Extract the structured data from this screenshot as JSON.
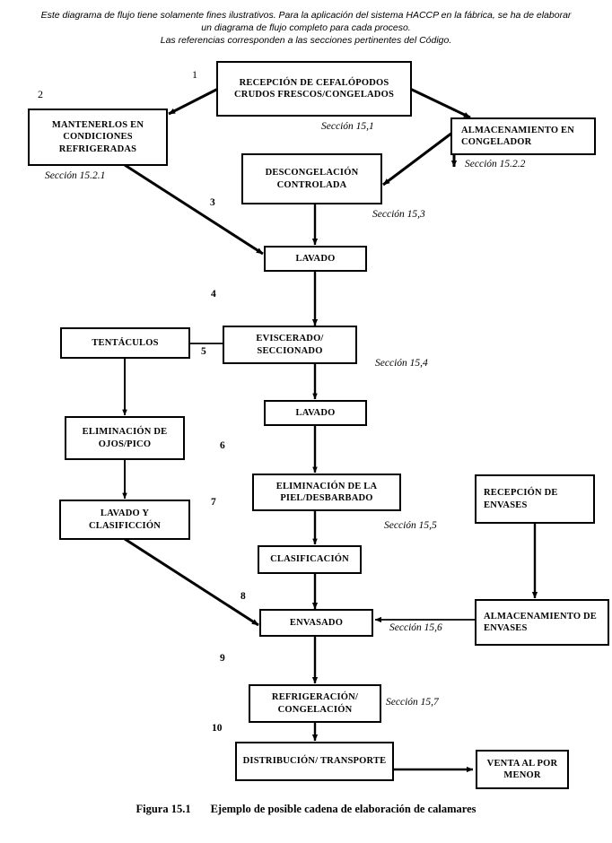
{
  "intro": {
    "line1": "Este diagrama de flujo tiene solamente fines ilustrativos. Para la aplicación del sistema HACCP en la fábrica, se ha de elaborar",
    "line2": "un diagrama de flujo completo para cada proceso.",
    "line3": "Las referencias corresponden a las secciones pertinentes del Código."
  },
  "caption": {
    "figure": "Figura 15.1",
    "text": "Ejemplo de posible cadena de elaboración de calamares"
  },
  "boxes": {
    "recepcion_cefalopodos": "RECEPCIÓN DE CEFALÓPODOS CRUDOS FRESCOS/CONGELADOS",
    "mantenerlos": "MANTENERLOS EN CONDICIONES REFRIGERADAS",
    "almacenamiento_congelador": "ALMACENAMIENTO EN CONGELADOR",
    "descongelacion": "DESCONGELACIÓN CONTROLADA",
    "lavado_1": "LAVADO",
    "tentaculos": "TENTÁCULOS",
    "eviscerado": "EVISCERADO/ SECCIONADO",
    "eliminacion_ojos": "ELIMINACIÓN DE OJOS/PICO",
    "lavado_2": "LAVADO",
    "lavado_clasificcion": "LAVADO Y CLASIFICCIÓN",
    "eliminacion_piel": "ELIMINACIÓN DE LA PIEL/DESBARBADO",
    "recepcion_envases": "RECEPCIÓN DE ENVASES",
    "clasificacion": "CLASIFICACIÓN",
    "almacenamiento_envases": "ALMACENAMIENTO DE ENVASES",
    "envasado": "ENVASADO",
    "refrigeracion": "REFRIGERACIÓN/ CONGELACIÓN",
    "distribucion": "DISTRIBUCIÓN/ TRANSPORTE",
    "venta": "VENTA AL POR MENOR"
  },
  "sections": {
    "s15_1": "Sección 15,1",
    "s15_2_1": "Sección 15.2.1",
    "s15_2_2": "Sección 15.2.2",
    "s15_3": "Sección 15,3",
    "s15_4": "Sección 15,4",
    "s15_5": "Sección 15,5",
    "s15_6": "Sección 15,6",
    "s15_7": "Sección 15,7"
  },
  "step_numbers": {
    "n1": "1",
    "n2": "2",
    "n3": "3",
    "n4": "4",
    "n5": "5",
    "n6": "6",
    "n7": "7",
    "n8": "8",
    "n9": "9",
    "n10": "10"
  },
  "colors": {
    "stroke": "#000000",
    "background": "#ffffff"
  },
  "chart_data": {
    "type": "diagram",
    "title": "Ejemplo de posible cadena de elaboración de calamares",
    "nodes": [
      {
        "id": "recepcion_cefalopodos",
        "label": "RECEPCIÓN DE CEFALÓPODOS CRUDOS FRESCOS/CONGELADOS",
        "step": "1",
        "section": "Sección 15,1"
      },
      {
        "id": "mantenerlos",
        "label": "MANTENERLOS EN CONDICIONES REFRIGERADAS",
        "step": "2",
        "section": "Sección 15.2.1"
      },
      {
        "id": "almacenamiento_congelador",
        "label": "ALMACENAMIENTO EN CONGELADOR",
        "section": "Sección 15.2.2"
      },
      {
        "id": "descongelacion",
        "label": "DESCONGELACIÓN CONTROLADA",
        "step": "3",
        "section": "Sección 15,3"
      },
      {
        "id": "lavado_1",
        "label": "LAVADO",
        "step": "4"
      },
      {
        "id": "tentaculos",
        "label": "TENTÁCULOS"
      },
      {
        "id": "eviscerado",
        "label": "EVISCERADO/ SECCIONADO",
        "step": "5",
        "section": "Sección 15,4"
      },
      {
        "id": "eliminacion_ojos",
        "label": "ELIMINACIÓN DE OJOS/PICO"
      },
      {
        "id": "lavado_2",
        "label": "LAVADO",
        "step": "6"
      },
      {
        "id": "lavado_clasificcion",
        "label": "LAVADO Y CLASIFICCIÓN"
      },
      {
        "id": "eliminacion_piel",
        "label": "ELIMINACIÓN DE LA PIEL/DESBARBADO",
        "step": "7",
        "section": "Sección 15,5"
      },
      {
        "id": "recepcion_envases",
        "label": "RECEPCIÓN DE ENVASES"
      },
      {
        "id": "clasificacion",
        "label": "CLASIFICACIÓN",
        "step": "8"
      },
      {
        "id": "almacenamiento_envases",
        "label": "ALMACENAMIENTO DE ENVASES"
      },
      {
        "id": "envasado",
        "label": "ENVASADO",
        "step": "9",
        "section": "Sección 15,6"
      },
      {
        "id": "refrigeracion",
        "label": "REFRIGERACIÓN/ CONGELACIÓN",
        "step": "10",
        "section": "Sección 15,7"
      },
      {
        "id": "distribucion",
        "label": "DISTRIBUCIÓN/ TRANSPORTE"
      },
      {
        "id": "venta",
        "label": "VENTA AL POR MENOR"
      }
    ],
    "edges": [
      {
        "from": "recepcion_cefalopodos",
        "to": "mantenerlos"
      },
      {
        "from": "recepcion_cefalopodos",
        "to": "almacenamiento_congelador"
      },
      {
        "from": "almacenamiento_congelador",
        "to": "descongelacion"
      },
      {
        "from": "descongelacion",
        "to": "lavado_1"
      },
      {
        "from": "mantenerlos",
        "to": "lavado_1"
      },
      {
        "from": "lavado_1",
        "to": "eviscerado"
      },
      {
        "from": "eviscerado",
        "to": "tentaculos"
      },
      {
        "from": "tentaculos",
        "to": "eliminacion_ojos"
      },
      {
        "from": "eliminacion_ojos",
        "to": "lavado_clasificcion"
      },
      {
        "from": "eviscerado",
        "to": "lavado_2"
      },
      {
        "from": "lavado_2",
        "to": "eliminacion_piel"
      },
      {
        "from": "eliminacion_piel",
        "to": "clasificacion"
      },
      {
        "from": "clasificacion",
        "to": "envasado"
      },
      {
        "from": "lavado_clasificcion",
        "to": "envasado"
      },
      {
        "from": "recepcion_envases",
        "to": "almacenamiento_envases"
      },
      {
        "from": "almacenamiento_envases",
        "to": "envasado"
      },
      {
        "from": "envasado",
        "to": "refrigeracion"
      },
      {
        "from": "refrigeracion",
        "to": "distribucion"
      },
      {
        "from": "distribucion",
        "to": "venta"
      }
    ]
  }
}
